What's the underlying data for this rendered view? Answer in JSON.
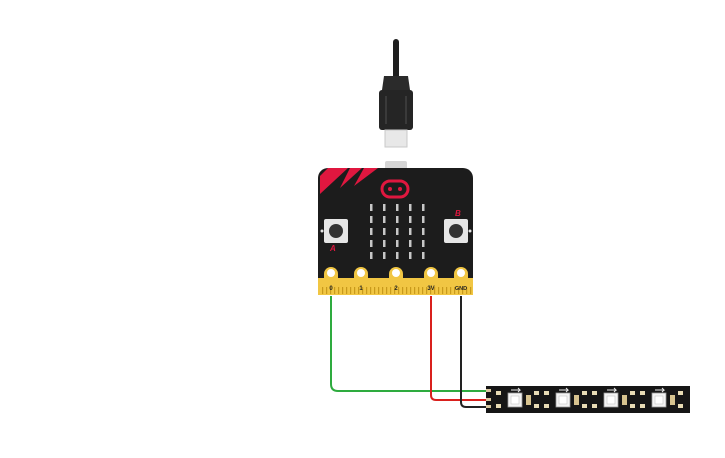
{
  "microbit": {
    "pins": [
      "0",
      "1",
      "2",
      "3V",
      "GND"
    ],
    "button_a_label": "A",
    "button_b_label": "B"
  },
  "led_strip": {
    "pixel_count": 4
  },
  "wires": [
    {
      "from": "0",
      "to": "DIN",
      "color": "#2eab3f"
    },
    {
      "from": "3V",
      "to": "VCC",
      "color": "#d9201d"
    },
    {
      "from": "GND",
      "to": "GND",
      "color": "#222222"
    }
  ],
  "colors": {
    "board": "#1c1c1c",
    "gold": "#f1c643",
    "accent_red": "#e0173f",
    "usb_cable": "#1f1f1f"
  }
}
